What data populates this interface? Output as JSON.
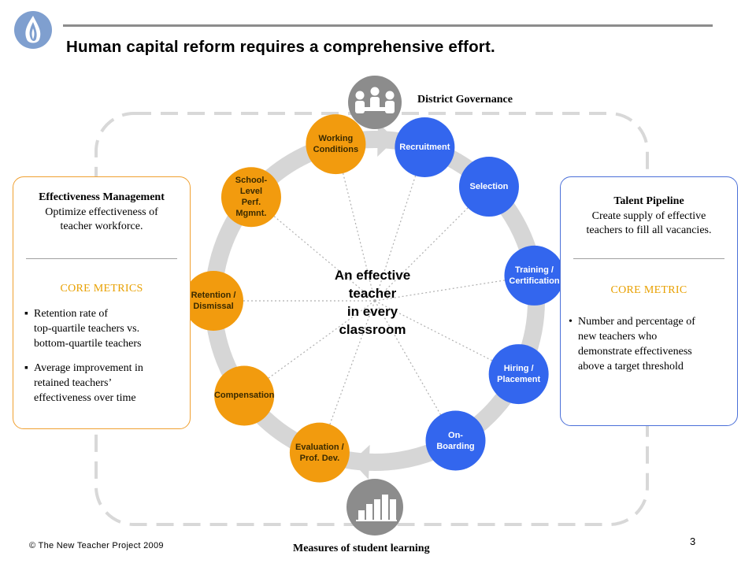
{
  "header": {
    "title": "Human capital reform requires a comprehensive effort."
  },
  "colors": {
    "blue": "#3366ee",
    "orange": "#f29b0e",
    "gray_node": "#8c8c8c",
    "arrow": "#d6d6d6",
    "dash": "#d8d8d8",
    "left_panel_border": "#f0a030",
    "right_panel_border": "#4a6fd8",
    "metric_color": "#e8a000"
  },
  "diagram": {
    "center_text": "An effective\nteacher\nin every\nclassroom",
    "governance_label": "District Governance",
    "governance_icon": "people-meeting-icon",
    "measures_label": "Measures of student learning",
    "measures_icon": "bar-chart-icon",
    "nodes": [
      {
        "label": "Recruitment",
        "group": "blue"
      },
      {
        "label": "Selection",
        "group": "blue"
      },
      {
        "label": "Training /\nCertification",
        "group": "blue"
      },
      {
        "label": "Hiring /\nPlacement",
        "group": "blue"
      },
      {
        "label": "On-\nBoarding",
        "group": "blue"
      },
      {
        "label": "Evaluation /\nProf. Dev.",
        "group": "orange"
      },
      {
        "label": "Compensation",
        "group": "orange"
      },
      {
        "label": "Retention  /\nDismissal",
        "group": "orange"
      },
      {
        "label": "School-\nLevel\nPerf.\nMgmnt.",
        "group": "orange"
      },
      {
        "label": "Working\nConditions",
        "group": "orange"
      }
    ]
  },
  "left_panel": {
    "heading": "Effectiveness Management",
    "subtext": "Optimize effectiveness of\nteacher workforce.",
    "metrics_title": "CORE METRICS",
    "bullet_marker": "▪",
    "bullets": [
      "Retention rate of\ntop-quartile teachers vs.\nbottom-quartile teachers",
      "Average improvement in\nretained teachers’\neffectiveness over time"
    ]
  },
  "right_panel": {
    "heading": "Talent Pipeline",
    "subtext": "Create supply of effective\nteachers to fill all vacancies.",
    "metrics_title": "CORE METRIC",
    "bullet_marker": "•",
    "bullets": [
      "Number and percentage of\nnew teachers who\ndemonstrate effectiveness\nabove a target threshold"
    ]
  },
  "footer": {
    "copyright": "© The New Teacher Project 2009",
    "page_number": "3"
  },
  "logo_icon": "flame-logo-icon"
}
